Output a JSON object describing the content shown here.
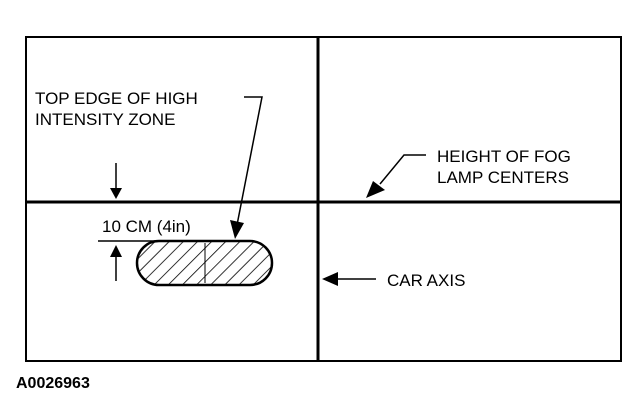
{
  "labels": {
    "top_edge_line1": "TOP EDGE OF HIGH",
    "top_edge_line2": "INTENSITY ZONE",
    "fog_height_line1": "HEIGHT OF FOG",
    "fog_height_line2": "LAMP CENTERS",
    "distance": "10 CM (4in)",
    "car_axis": "CAR AXIS"
  },
  "reference_code": "A0026963",
  "colors": {
    "ink": "#000000",
    "background": "#ffffff"
  }
}
